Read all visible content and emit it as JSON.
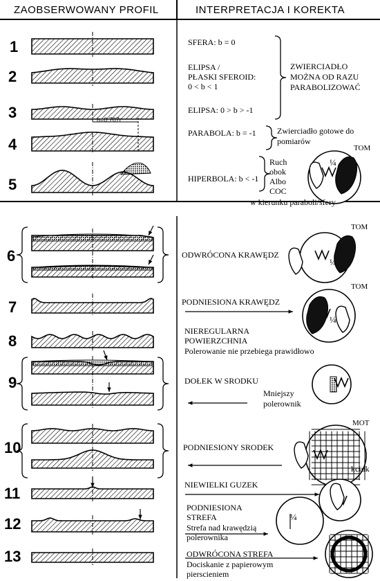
{
  "header": {
    "left": "ZAOBSERWOWANY PROFIL",
    "right": "INTERPRETACJA I KOREKTA"
  },
  "profiles": [
    {
      "number": "1",
      "interpretation": "SFERA: b = 0"
    },
    {
      "number": "2",
      "interpretation_lines": [
        "ELIPSA /",
        "PŁASKI SFEROID:",
        "0 < b < 1"
      ]
    },
    {
      "number": "3",
      "interpretation": "ELIPSA: 0 > b > -1"
    },
    {
      "number": "4",
      "interpretation": "PARABOLA: b = -1",
      "annotation": "h=0.707r"
    },
    {
      "number": "5",
      "interpretation": "HIPERBOLA: b < -1"
    },
    {
      "number": "6",
      "interpretation": "ODWRÓCONA KRAWĘDZ"
    },
    {
      "number": "7",
      "interpretation": "PODNIESIONA KRAWĘDZ"
    },
    {
      "number": "8",
      "interpretation_lines": [
        "NIEREGULARNA",
        "POWIERZCHNIA"
      ],
      "note": "Polerowanie nie przebiega prawidłowo"
    },
    {
      "number": "9",
      "interpretation": "DOŁEK W SRODKU",
      "note_lines": [
        "Mniejszy",
        "polerownik"
      ]
    },
    {
      "number": "10",
      "interpretation": "PODNIESIONY SRODEK"
    },
    {
      "number": "11",
      "interpretation": "NIEWIELKI GUZEK",
      "note": "kciuk"
    },
    {
      "number": "12",
      "interpretation_lines": [
        "PODNIESIONA",
        "STREFA"
      ],
      "note_lines": [
        "Strefa nad krawędzią",
        "polerownika"
      ]
    },
    {
      "number": "13",
      "interpretation": "ODWRÓCONA STREFA",
      "note_lines": [
        "Dociskanie z papierowym",
        "pierscieniem"
      ]
    }
  ],
  "notes": {
    "mirror_ready": [
      "ZWIERCIADŁO",
      "MOŻNA OD RAZU",
      "PARABOLIZOWAĆ"
    ],
    "mirror_measure": [
      "Zwierciadło gotowe do",
      "pomiarów"
    ],
    "move_lines": [
      "Ruch",
      "obok",
      "Albo",
      "COC"
    ],
    "move_direction": "w kierunku paraboli/sfery"
  },
  "labels": {
    "tom": "TOM",
    "mot": "MOT",
    "quarter": "¼"
  }
}
